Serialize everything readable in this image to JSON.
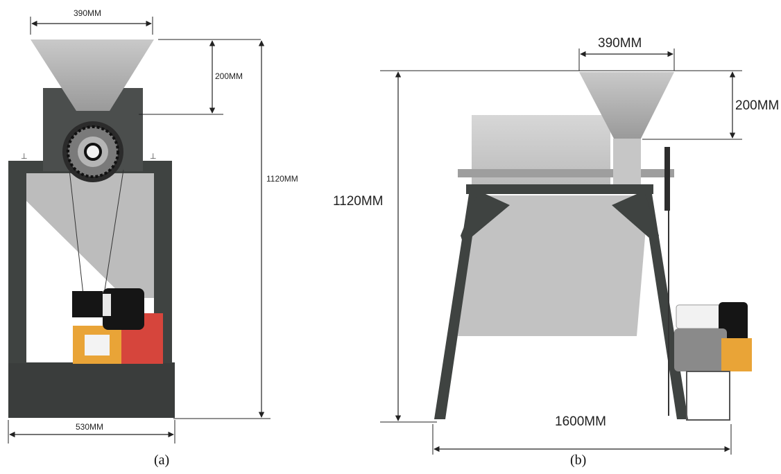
{
  "figure_a": {
    "caption": "(a)",
    "dims": {
      "hopper_width": "390MM",
      "hopper_height": "200MM",
      "total_height": "1120MM",
      "base_width": "530MM"
    }
  },
  "figure_b": {
    "caption": "(b)",
    "dims": {
      "hopper_width": "390MM",
      "hopper_height": "200MM",
      "total_height": "1120MM",
      "length": "1600MM"
    }
  },
  "colors": {
    "frame": "#3f4341",
    "panel": "#bdbdbd",
    "panel_light": "#d8d8d8",
    "motor_red": "#d6453c",
    "motor_orange": "#e9a437",
    "motor_black": "#151515"
  }
}
